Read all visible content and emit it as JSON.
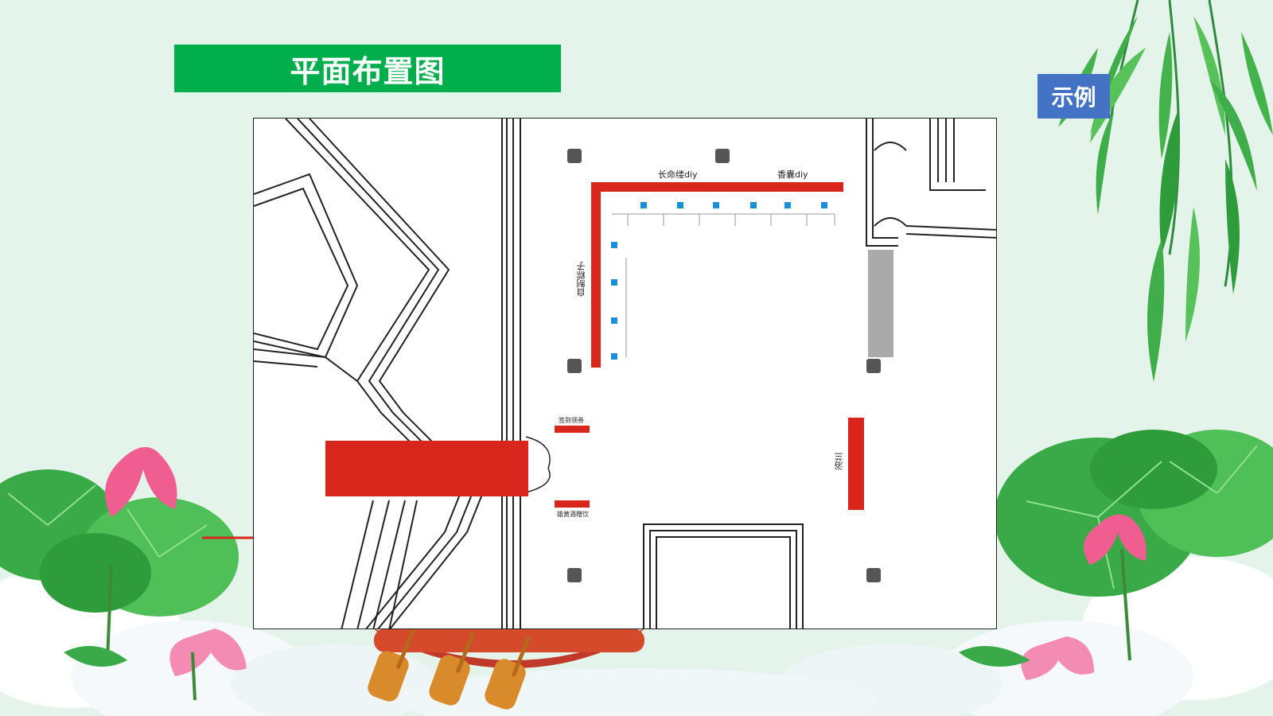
{
  "slide": {
    "title": "平面布置图",
    "badge": "示例"
  },
  "floor_plan": {
    "labels": {
      "longevity_thread": "长命缕diy",
      "sachet": "香囊diy",
      "homemade_zongzi": "自制粽子",
      "check_in": "签到领券",
      "realgar_wine": "雄黄酒赠饮",
      "orchid_bath": "浴兰"
    }
  },
  "colors": {
    "title_green": "#00ae4c",
    "badge_blue": "#4472c4",
    "booth_red": "#d9261c",
    "seat_blue": "#1a8fd8",
    "divider_gray": "#aaaaaa"
  },
  "decorations": {
    "top_right": "willow-leaves",
    "bottom_left": "lotus-leaves-and-flowers",
    "bottom_right": "lotus-leaves-and-flowers",
    "bottom_center": "dragon-boat-paddles",
    "bottom": "auspicious-clouds"
  }
}
